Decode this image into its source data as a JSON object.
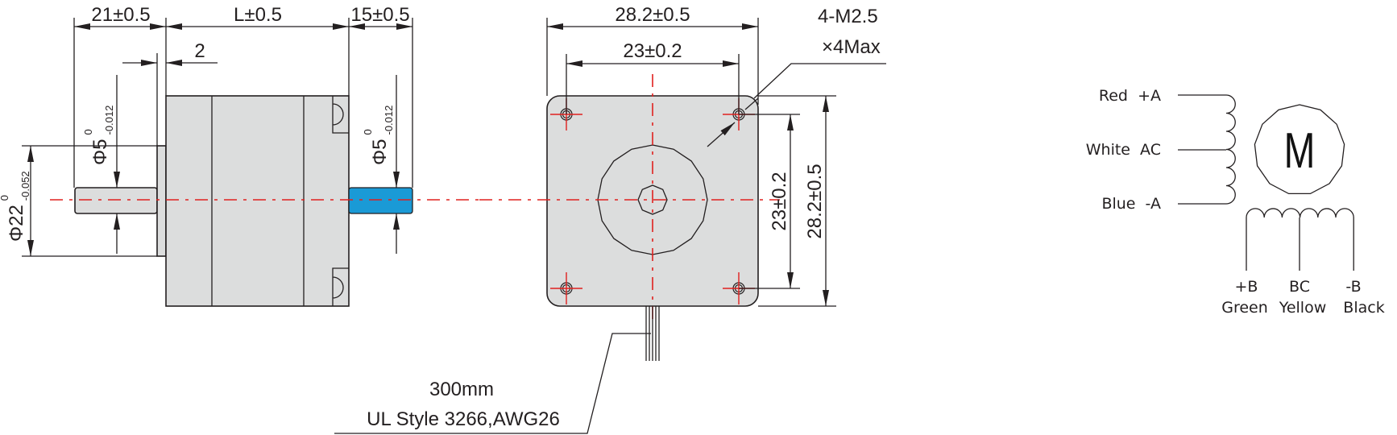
{
  "side_view": {
    "dim_rear_shaft": "21±0.5",
    "dim_length": "L±0.5",
    "dim_front_shaft": "15±0.5",
    "dim_boss": "2",
    "dim_rear_shaft_dia": "Φ5",
    "dim_rear_shaft_tol_upper": "0",
    "dim_rear_shaft_tol_lower": "-0.012",
    "dim_front_shaft_dia": "Φ5",
    "dim_front_shaft_tol_upper": "0",
    "dim_front_shaft_tol_lower": "-0.012",
    "dim_boss_dia": "Φ22",
    "dim_boss_tol_upper": "0",
    "dim_boss_tol_lower": "-0.052",
    "shaft_color": "#1a9ad6"
  },
  "front_view": {
    "dim_width": "28.2±0.5",
    "dim_hole_spacing_h": "23±0.2",
    "dim_hole_spacing_v": "23±0.2",
    "dim_height": "28.2±0.5",
    "thread_note_line1": "4-M2.5",
    "thread_note_line2": "×4Max",
    "cable_length": "300mm",
    "cable_spec": "UL Style 3266,AWG26"
  },
  "schematic": {
    "motor_symbol": "M",
    "phase_a": [
      {
        "label": "Red  +A"
      },
      {
        "label": "White  AC"
      },
      {
        "label": "Blue  -A"
      }
    ],
    "phase_b": [
      {
        "signal": "+B",
        "color": "Green"
      },
      {
        "signal": "BC",
        "color": "Yellow"
      },
      {
        "signal": "-B",
        "color": "Black"
      }
    ]
  }
}
